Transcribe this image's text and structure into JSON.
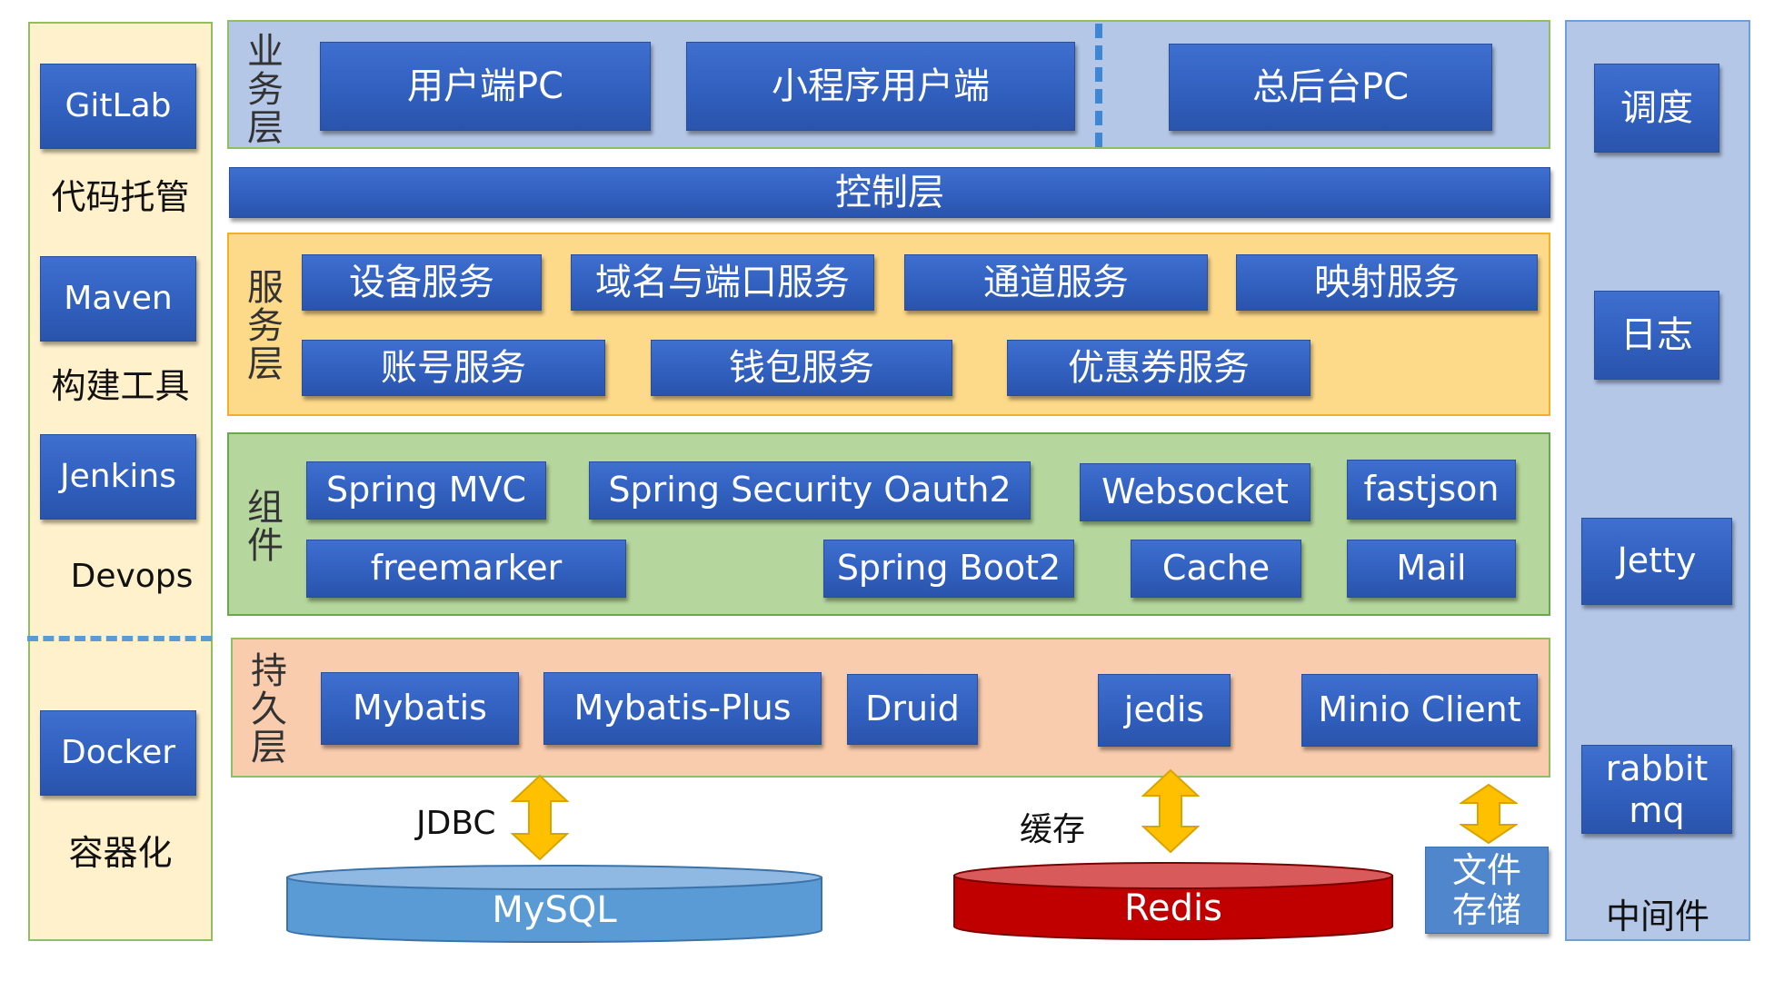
{
  "devops": {
    "tools": [
      {
        "name": "GitLab",
        "caption": "代码托管"
      },
      {
        "name": "Maven",
        "caption": "构建工具"
      },
      {
        "name": "Jenkins",
        "caption": "Devops"
      }
    ],
    "container": {
      "name": "Docker",
      "caption": "容器化"
    }
  },
  "business_layer": {
    "label": "业务层",
    "items": [
      "用户端PC",
      "小程序用户端",
      "总后台PC"
    ]
  },
  "control_layer": {
    "label": "控制层"
  },
  "service_layer": {
    "label": "服务层",
    "row1": [
      "设备服务",
      "域名与端口服务",
      "通道服务",
      "映射服务"
    ],
    "row2": [
      "账号服务",
      "钱包服务",
      "优惠券服务"
    ]
  },
  "component_layer": {
    "label": "组件",
    "row1": [
      "Spring MVC",
      "Spring Security Oauth2",
      "Websocket",
      "fastjson"
    ],
    "row2": [
      "freemarker",
      "Spring Boot2",
      "Cache",
      "Mail"
    ]
  },
  "persistence_layer": {
    "label": "持久层",
    "items": [
      "Mybatis",
      "Mybatis-Plus",
      "Druid",
      "jedis",
      "Minio Client"
    ]
  },
  "storage": {
    "mysql": {
      "name": "MySQL",
      "link_label": "JDBC"
    },
    "redis": {
      "name": "Redis",
      "link_label": "缓存"
    },
    "file": {
      "name": "文件存储"
    }
  },
  "middleware": {
    "caption": "中间件",
    "items": [
      "调度",
      "日志",
      "Jetty",
      "rabbit mq"
    ]
  },
  "colors": {
    "box_blue": "#3363c4",
    "business_bg": "#b4c7e7",
    "service_bg": "#fdd98a",
    "component_bg": "#b5d69c",
    "persistence_bg": "#f9ccae",
    "devops_bg": "#fff1cc",
    "middleware_bg": "#b4c7e7",
    "mysql": "#5b9bd5",
    "redis": "#c00000",
    "arrow": "#ffc000"
  }
}
